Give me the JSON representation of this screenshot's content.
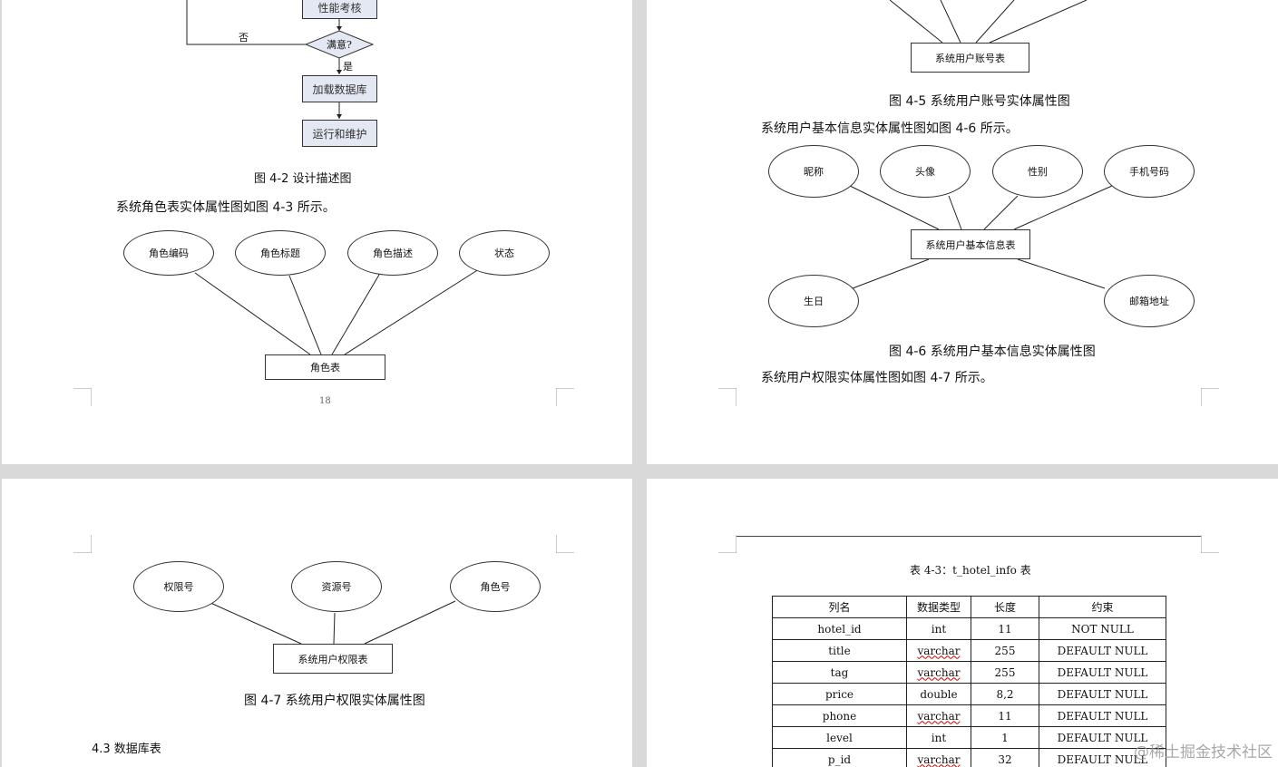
{
  "page1": {
    "flow": {
      "perf_test": "性能考核",
      "no_label": "否",
      "satisfied": "满意?",
      "yes_label": "是",
      "load_db": "加载数据库",
      "run_maintain": "运行和维护"
    },
    "fig_4_2_caption": "图 4-2 设计描述图",
    "role_intro": "系统角色表实体属性图如图 4-3 所示。",
    "role_er": {
      "attrs": [
        "角色编码",
        "角色标题",
        "角色描述",
        "状态"
      ],
      "entity": "角色表"
    },
    "page_number": "18"
  },
  "page2": {
    "account_entity": "系统用户账号表",
    "fig_4_5_caption": "图 4-5  系统用户账号实体属性图",
    "basic_intro": "系统用户基本信息实体属性图如图 4-6 所示。",
    "basic_er": {
      "attrs": [
        "昵称",
        "头像",
        "性别",
        "手机号码",
        "生日",
        "邮箱地址"
      ],
      "entity": "系统用户基本信息表"
    },
    "fig_4_6_caption": "图 4-6  系统用户基本信息实体属性图",
    "perm_intro": "系统用户权限实体属性图如图 4-7 所示。"
  },
  "page3": {
    "perm_er": {
      "attrs": [
        "权限号",
        "资源号",
        "角色号"
      ],
      "entity": "系统用户权限表"
    },
    "fig_4_7_caption": "图 4-7  系统用户权限实体属性图",
    "section_heading": "4.3  数据库表"
  },
  "page4": {
    "table_caption": "表 4-3：t_hotel_info 表",
    "columns": [
      "列名",
      "数据类型",
      "长度",
      "约束"
    ],
    "rows": [
      [
        "hotel_id",
        "int",
        "11",
        "NOT NULL"
      ],
      [
        "title",
        "varchar",
        "255",
        "DEFAULT NULL"
      ],
      [
        "tag",
        "varchar",
        "255",
        "DEFAULT NULL"
      ],
      [
        "price",
        "double",
        "8,2",
        "DEFAULT NULL"
      ],
      [
        "phone",
        "varchar",
        "11",
        "DEFAULT NULL"
      ],
      [
        "level",
        "int",
        "1",
        "DEFAULT NULL"
      ],
      [
        "p_id",
        "varchar",
        "32",
        "DEFAULT NULL"
      ]
    ]
  },
  "watermark": "@稀土掘金技术社区"
}
